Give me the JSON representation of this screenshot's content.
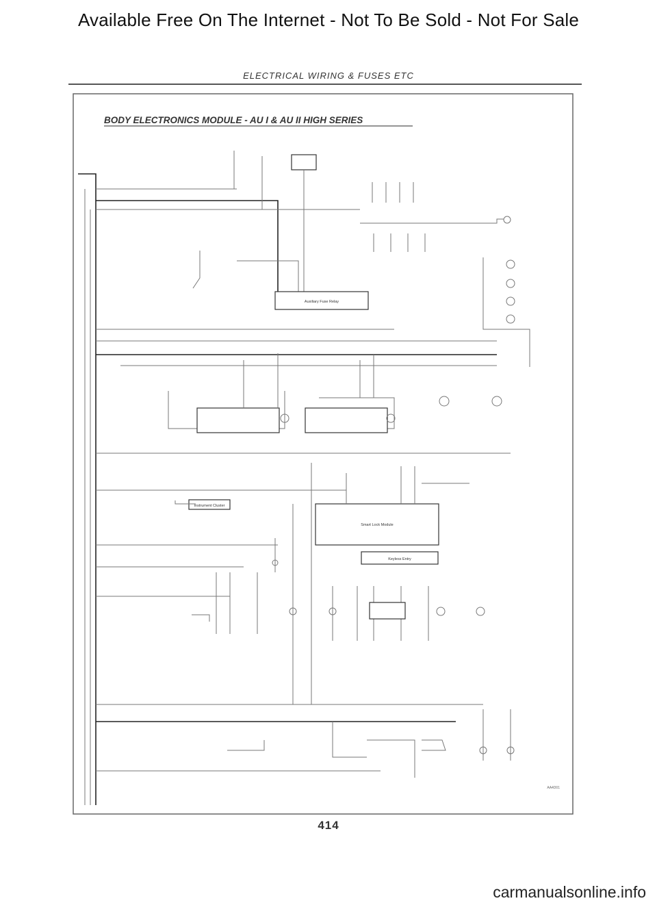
{
  "banner": "Available Free On The Internet - Not To Be Sold - Not For Sale",
  "section_header": "ELECTRICAL WIRING & FUSES ETC",
  "diagram": {
    "title": "BODY ELECTRONICS MODULE - AU I & AU II HIGH SERIES",
    "boxes": [
      {
        "label": "Auxiliary Fuse Relay"
      },
      {
        "label": "Smart Lock Module"
      },
      {
        "label": "Keyless Entry"
      },
      {
        "label": "Instrument Cluster"
      }
    ],
    "figure_id": "AA4D01"
  },
  "page_number": "414",
  "watermark": "carmanualsonline.info"
}
